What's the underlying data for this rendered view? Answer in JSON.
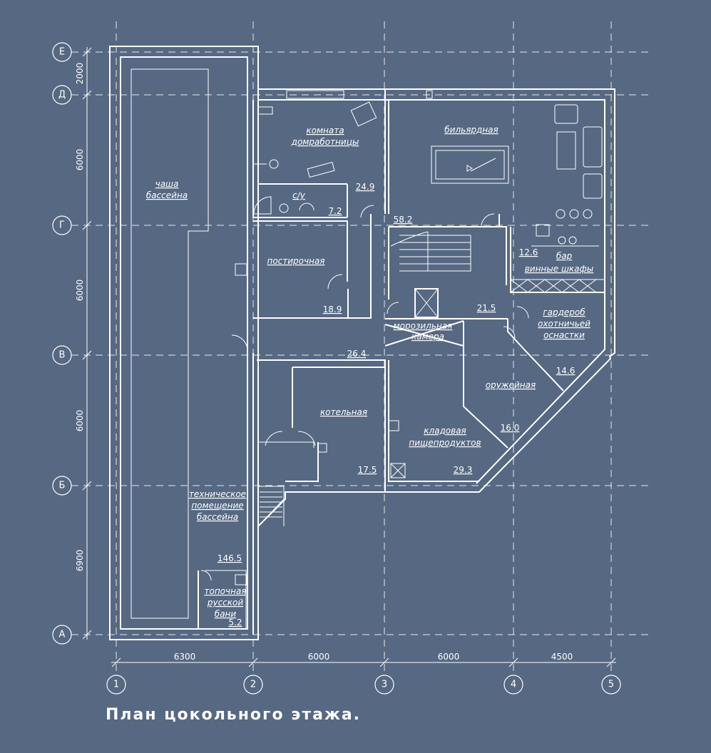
{
  "title": "План цокольного этажа.",
  "axes_vertical": [
    "1",
    "2",
    "3",
    "4",
    "5"
  ],
  "axes_horizontal": [
    "Е",
    "Д",
    "Г",
    "В",
    "Б",
    "А"
  ],
  "dims_horizontal": [
    "6300",
    "6000",
    "6000",
    "4500"
  ],
  "dims_vertical": [
    "2000",
    "6000",
    "6000",
    "6000",
    "6900"
  ],
  "rooms": {
    "pool_bowl": [
      "чаша",
      "бассейна"
    ],
    "maid_room": [
      "комната",
      "домработницы"
    ],
    "wc": "с/у",
    "billiard": "бильярдная",
    "laundry": "постирочная",
    "bar": "бар",
    "wine": "винные шкафы",
    "freezer": [
      "морозильная",
      "камера"
    ],
    "wardrobe": [
      "гардероб",
      "охотничьей",
      "оснастки"
    ],
    "armory": "оружейная",
    "boiler": "котельная",
    "pantry": [
      "кладовая",
      "пищепродуктов"
    ],
    "tech_pool": [
      "техническое",
      "помещение",
      "бассейна"
    ],
    "sauna_stove": [
      "топочная",
      "русской",
      "бани"
    ]
  },
  "areas": {
    "maid_room": "24.9",
    "wc": "7.2",
    "billiard": "58.2",
    "laundry": "18.9",
    "bar": "12.6",
    "stair_hall": "21.5",
    "corridor": "26.4",
    "wardrobe": "14.6",
    "armory": "16.0",
    "boiler": "17.5",
    "pantry": "29.3",
    "tech_pool": "146.5",
    "sauna_stove": "5.2"
  },
  "colors": {
    "background": "#566882",
    "lines": "#ffffff"
  }
}
